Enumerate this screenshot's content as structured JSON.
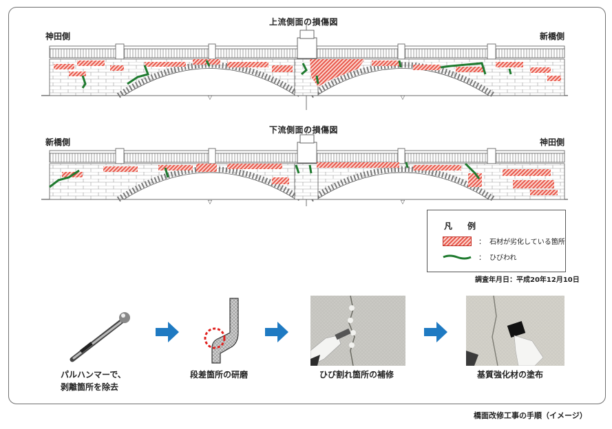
{
  "upstream": {
    "title": "上流側面の損傷図",
    "left_side": "神田側",
    "right_side": "新橋側"
  },
  "downstream": {
    "title": "下流側面の損傷図",
    "left_side": "新橋側",
    "right_side": "神田側"
  },
  "legend": {
    "title": "凡例",
    "deteriorated_label": "石材が劣化している箇所",
    "crack_label": "ひびわれ",
    "colon": "：",
    "colors": {
      "deteriorated": "#e8564a",
      "crack": "#1e7a2e"
    }
  },
  "survey_date": "調査年月日：平成20年12月10日",
  "steps": [
    {
      "label_line1": "パルハンマーで、",
      "label_line2": "剥離箇所を除去",
      "icon": "pulse-hammer-icon"
    },
    {
      "label_line1": "段差箇所の研磨",
      "icon": "step-grinding-icon"
    },
    {
      "label_line1": "ひび割れ箇所の補修",
      "icon": "crack-repair-photo"
    },
    {
      "label_line1": "基質強化材の塗布",
      "icon": "consolidant-coating-photo"
    }
  ],
  "arrow_color": "#1f7ac2",
  "caption": "橋面改修工事の手順（イメージ）"
}
